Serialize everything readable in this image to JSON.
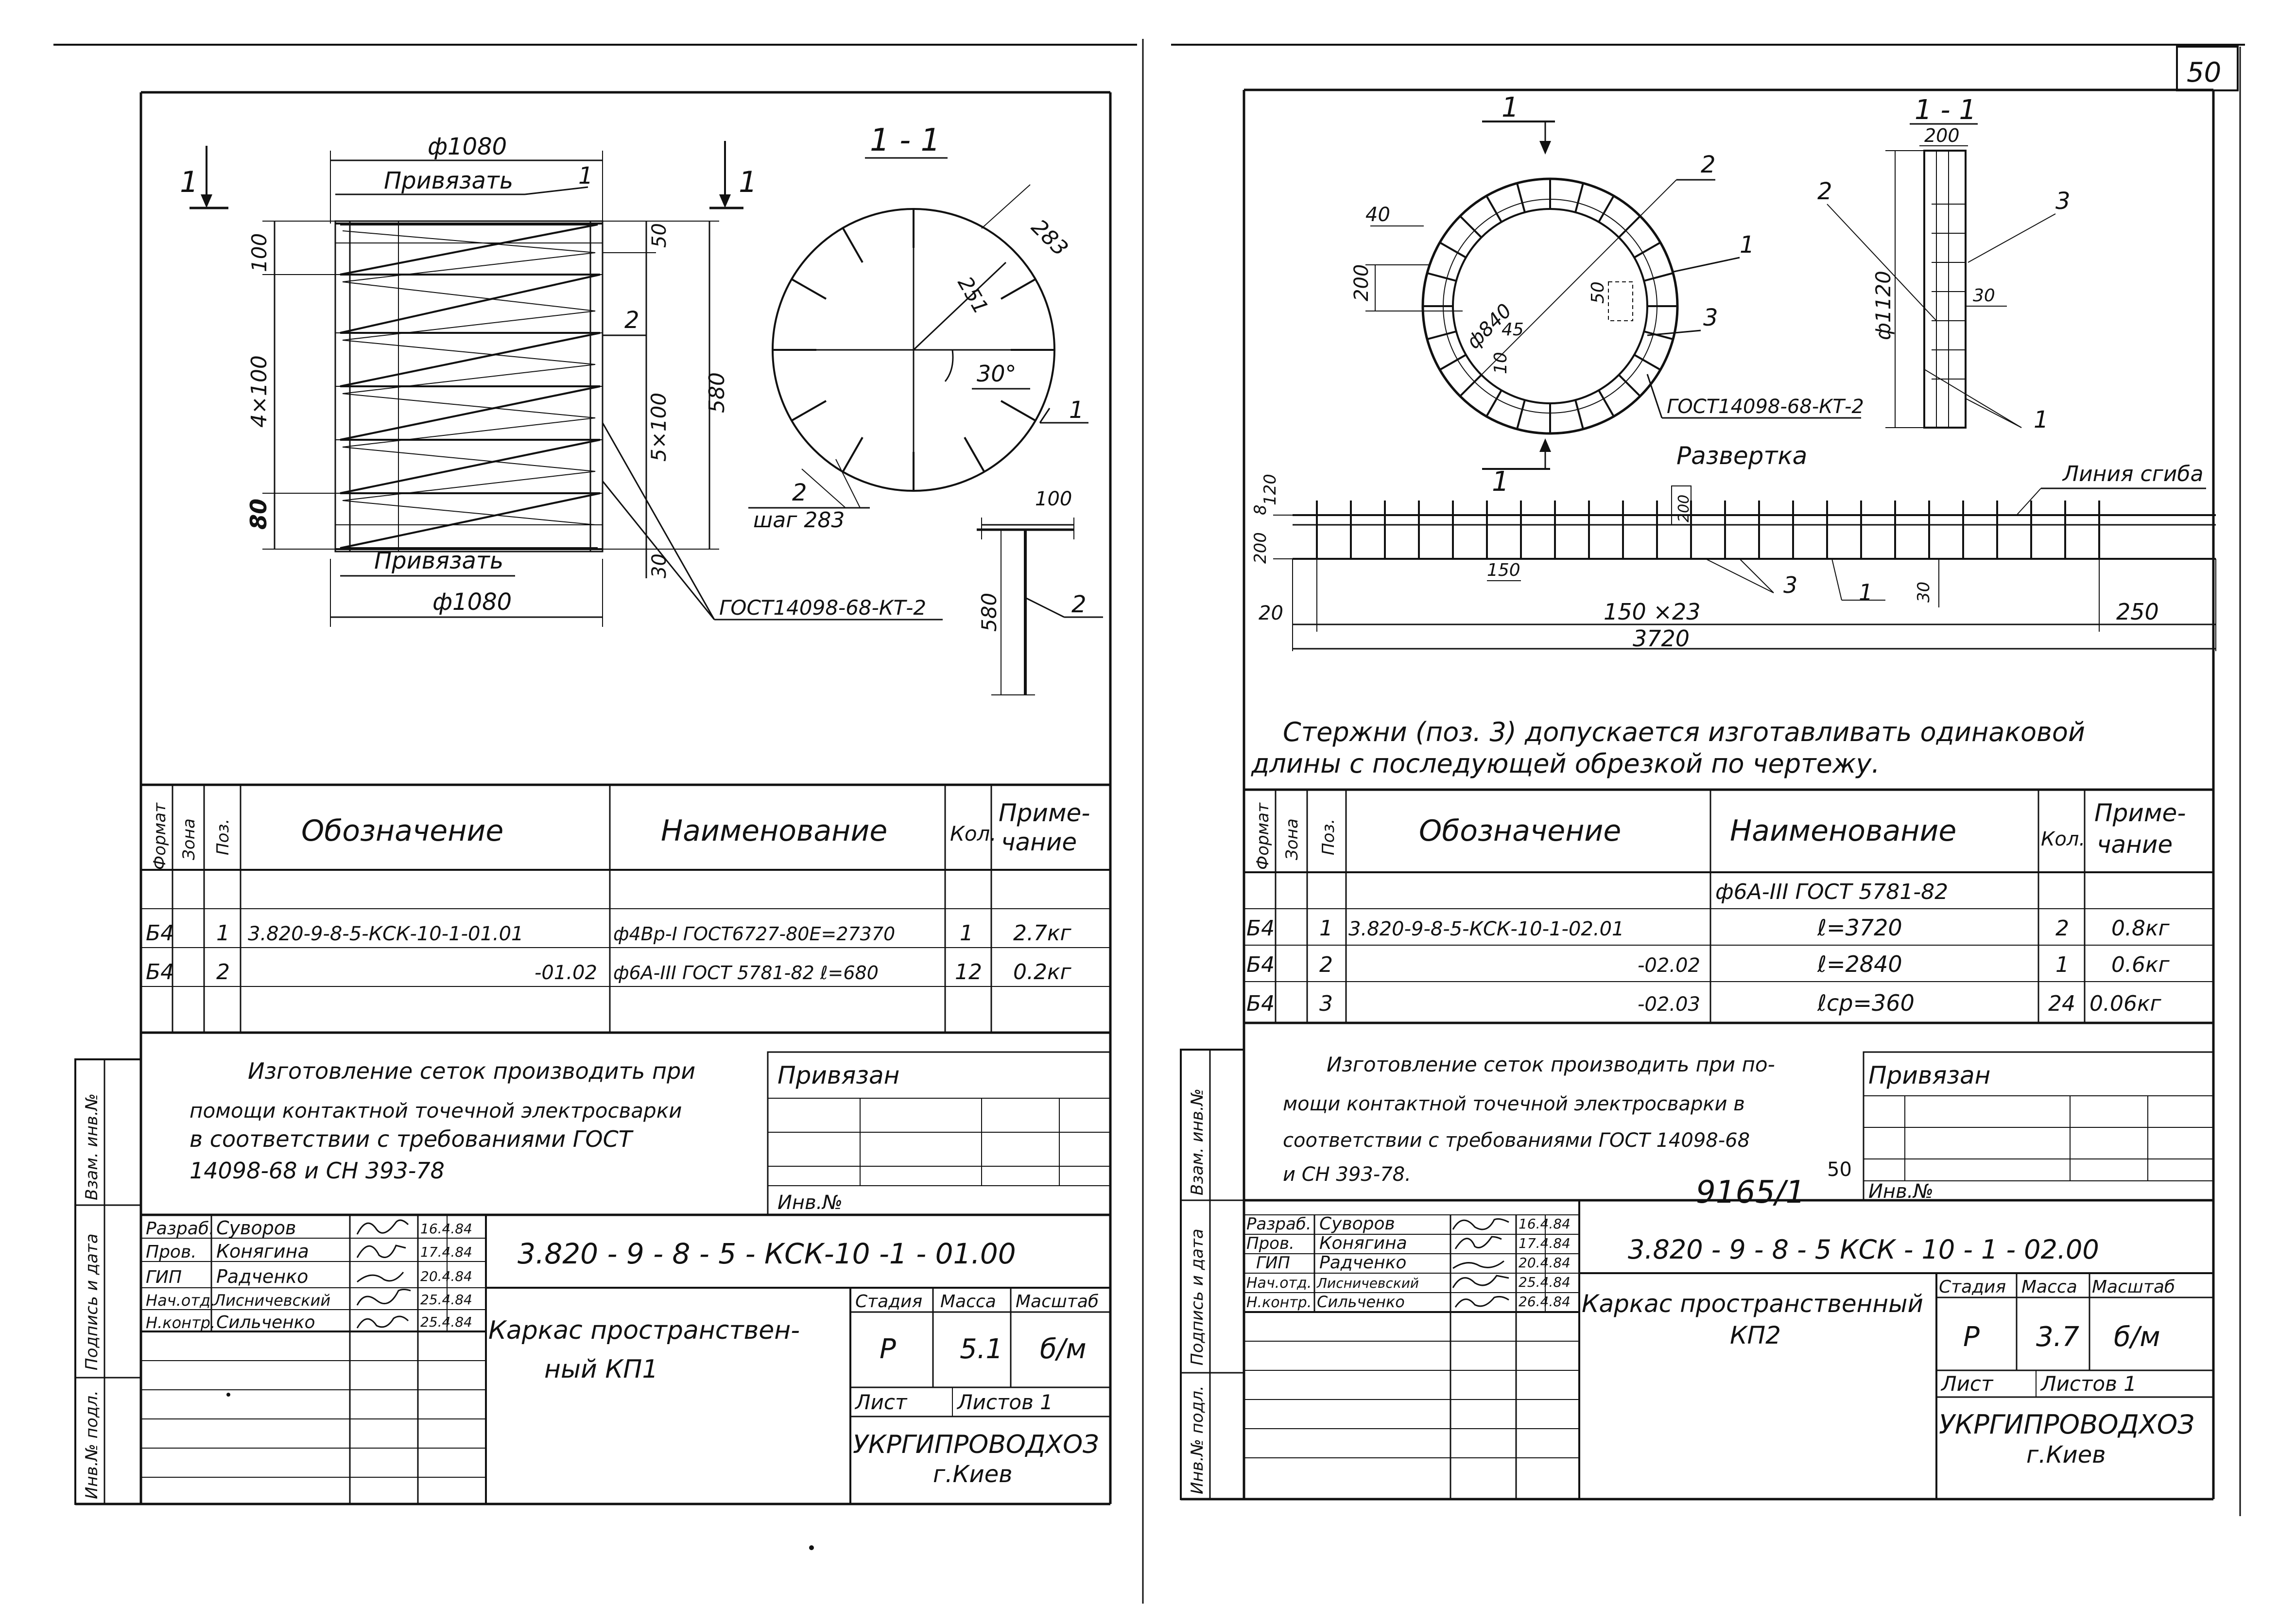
{
  "page_number": "50",
  "stamp_number": "9165/1",
  "stamp_sup": "50",
  "side_labels": {
    "vzam_inv": "Взам. инв.№",
    "podp_data": "Подпись и дата",
    "inv_podl": "Инв.№ подл."
  },
  "spec_headers": {
    "format": "Формат",
    "zona": "Зона",
    "poz": "Поз.",
    "oboznachenie": "Обозначение",
    "naimenovanie": "Наименование",
    "kol": "Кол.",
    "primechanie_1": "Приме-",
    "primechanie_2": "чание"
  },
  "title_roles": [
    "Разраб.",
    "Пров.",
    "ГИП",
    "Нач.отд.",
    "Н.контр."
  ],
  "title_names": [
    "Суворов",
    "Конягина",
    "Радченко",
    "Лисничевский",
    "Сильченко"
  ],
  "stage_labels": {
    "stadiya": "Стадия",
    "massa": "Масса",
    "masshtab": "Масштаб",
    "list": "Лист",
    "listov": "Листов 1"
  },
  "privyazan": "Привязан",
  "inv_no": "Инв.№",
  "organization": "УКРГИПРОВОДХОЗ",
  "city": "г.Киев",
  "left": {
    "drawing": {
      "d_top": "ф1080",
      "d_bottom": "ф1080",
      "privyazat_top": "Привязать",
      "privyazat_bottom": "Привязать",
      "cut_mark": "1",
      "pos1": "1",
      "pos2": "2",
      "dim_100": "100",
      "dim_4x100": "4×100",
      "dim_80": "80",
      "dim_50": "50",
      "dim_5x100": "5×100",
      "dim_580": "580",
      "dim_30": "30",
      "gost": "ГОСТ14098-68-КТ-2",
      "section_title": "1 - 1",
      "sec_283": "283",
      "sec_251": "251",
      "sec_30deg": "30°",
      "sec_pos1": "1",
      "sec_pos2": "2",
      "sec_pitch": "шаг 283",
      "bar_100": "100",
      "bar_580": "580",
      "bar_pos": "2"
    },
    "spec_rows": [
      {
        "format": "",
        "zona": "",
        "poz": "",
        "oboz": "",
        "naim": "",
        "kol": "",
        "prim": ""
      },
      {
        "format": "Б4",
        "zona": "",
        "poz": "1",
        "oboz": "3.820-9-8-5-КСК-10-1-01.01",
        "naim": "ф4Вр-I ГОСТ6727-80Е=27370",
        "kol": "1",
        "prim": "2.7кг"
      },
      {
        "format": "Б4",
        "zona": "",
        "poz": "2",
        "oboz": "-01.02",
        "naim": "ф6А-III ГОСТ 5781-82 ℓ=680",
        "kol": "12",
        "prim": "0.2кг"
      },
      {
        "format": "",
        "zona": "",
        "poz": "",
        "oboz": "",
        "naim": "",
        "kol": "",
        "prim": ""
      }
    ],
    "note": [
      "Изготовление сеток производить при",
      "помощи контактной точечной электросварки",
      "в соответствии с требованиями ГОСТ",
      "14098-68 и СН 393-78"
    ],
    "dates": [
      "16.4.84",
      "17.4.84",
      "20.4.84",
      "25.4.84",
      "25.4.84"
    ],
    "doc_code": "3.820 - 9 - 8 - 5 - КСК-10 -1 - 01.00",
    "title_1": "Каркас пространствен-",
    "title_2": "ный КП1",
    "stage": "Р",
    "mass": "5.1",
    "scale": "б/м"
  },
  "right": {
    "drawing": {
      "cut_mark": "1",
      "pos1": "1",
      "pos2": "2",
      "pos3": "3",
      "dim_40": "40",
      "dim_200": "200",
      "dim_840": "ф840",
      "dim_45": "45",
      "dim_50": "50",
      "dim_10": "10",
      "gost": "ГОСТ14098-68-КТ-2",
      "section_title": "1 - 1",
      "sec_200": "200",
      "sec_1120": "ф1120",
      "sec_30": "30",
      "razvertka": "Развертка",
      "liniya_giba": "Линия сгиба",
      "dim_120": "120",
      "dim_8": "8",
      "dim_200a": "200",
      "dim_200b": "200",
      "dim_150": "150",
      "dim_20": "20",
      "dim_150x23": "150 ×23",
      "dim_250": "250",
      "dim_3720": "3720",
      "dim_30b": "30"
    },
    "instruction": [
      "Стержни (поз. 3) допускается изготавливать одинаковой",
      "длины с последующей обрезкой по чертежу."
    ],
    "spec_rows": [
      {
        "format": "",
        "zona": "",
        "poz": "",
        "oboz": "",
        "naim": "ф6А-III ГОСТ 5781-82",
        "kol": "",
        "prim": ""
      },
      {
        "format": "Б4",
        "zona": "",
        "poz": "1",
        "oboz": "3.820-9-8-5-КСК-10-1-02.01",
        "naim": "ℓ=3720",
        "kol": "2",
        "prim": "0.8кг"
      },
      {
        "format": "Б4",
        "zona": "",
        "poz": "2",
        "oboz": "-02.02",
        "naim": "ℓ=2840",
        "kol": "1",
        "prim": "0.6кг"
      },
      {
        "format": "Б4",
        "zona": "",
        "poz": "3",
        "oboz": "-02.03",
        "naim": "ℓср=360",
        "kol": "24",
        "prim": "0.06кг"
      }
    ],
    "note": [
      "Изготовление сеток производить при по-",
      "мощи контактной точечной электросварки в",
      "соответствии с требованиями ГОСТ 14098-68",
      "и СН 393-78."
    ],
    "dates": [
      "16.4.84",
      "17.4.84",
      "20.4.84",
      "25.4.84",
      "26.4.84"
    ],
    "doc_code": "3.820 - 9 - 8 - 5 КСК - 10 - 1 - 02.00",
    "title_1": "Каркас пространственный",
    "title_2": "КП2",
    "stage": "Р",
    "mass": "3.7",
    "scale": "б/м"
  }
}
